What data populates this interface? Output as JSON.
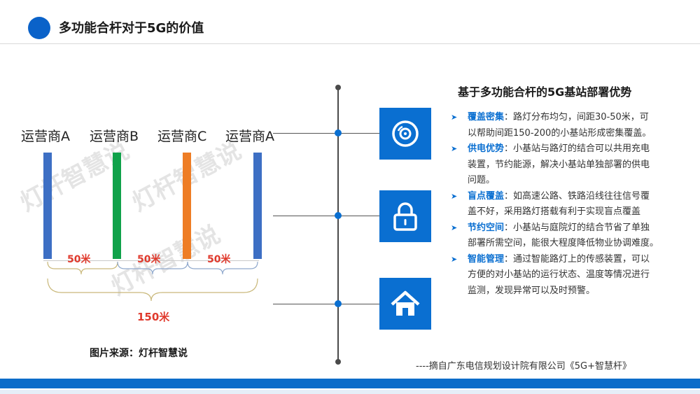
{
  "header": {
    "title": "多功能合杆对于5G的价值"
  },
  "left_diagram": {
    "operators": [
      "运营商A",
      "运营商B",
      "运营商C",
      "运营商A"
    ],
    "bar_colors": [
      "#3d6fc4",
      "#10a24a",
      "#ee7d25",
      "#3d6fc4"
    ],
    "gaps": [
      "50米",
      "50米",
      "50米"
    ],
    "total": "150米",
    "source": "图片来源：灯杆智慧说",
    "watermark": [
      "灯杆智慧说",
      "灯杆智慧说",
      "灯杆智慧说"
    ]
  },
  "right_panel": {
    "heading": "基于多功能合杆的5G基站部署优势",
    "icons": [
      "disc-icon",
      "lock-icon",
      "home-icon"
    ],
    "bullets": [
      {
        "term": "覆盖密集",
        "sep": "：",
        "lines": [
          "路灯分布均匀，间距30-50米，可",
          "以帮助间距150-200的小基站形成密集覆盖。"
        ]
      },
      {
        "term": "供电优势",
        "sep": "：",
        "lines": [
          "小基站与路灯的结合可以共用充电",
          "装置，节约能源，解决小基站单独部署的供电",
          "问题。"
        ]
      },
      {
        "term": "盲点覆盖",
        "sep": "：",
        "lines": [
          "如高速公路、铁路沿线往往信号覆",
          "盖不好，采用路灯搭载有利于实现盲点覆盖"
        ]
      },
      {
        "term": "节约空间",
        "sep": "：",
        "lines": [
          "小基站与庭院灯的结合节省了单独",
          "部署所需空间，能很大程度降低物业协调难度。"
        ]
      },
      {
        "term": "智能管理",
        "sep": "：",
        "lines": [
          "通过智能路灯上的传感装置，可以",
          "方便的对小基站的运行状态、温度等情况进行",
          "监测，发现异常可以及时预警。"
        ]
      }
    ],
    "quote": "----摘自广东电信规划设计院有限公司《5G+智慧杆》"
  }
}
